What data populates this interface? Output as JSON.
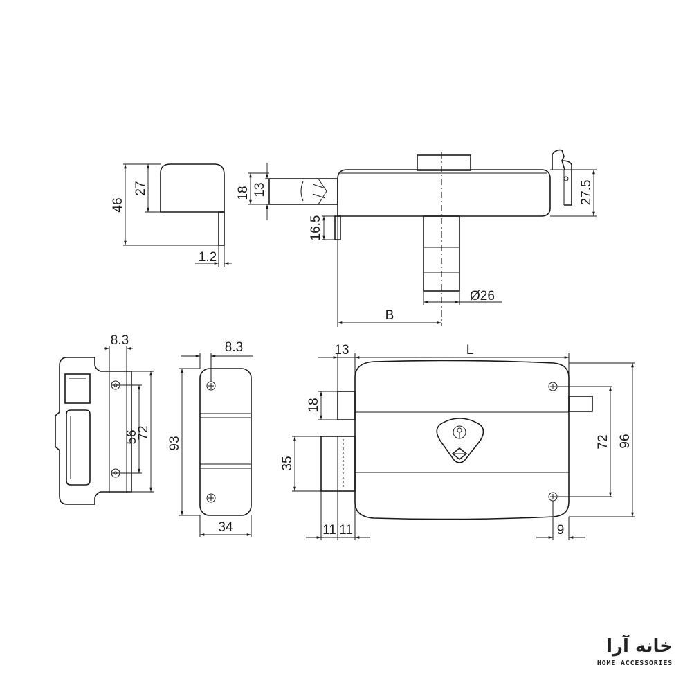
{
  "dimensions": {
    "strike_height": "46",
    "strike_upper": "27",
    "strike_plate_thickness": "1.2",
    "bolt_height": "18",
    "bolt_inner": "13",
    "bolt_offset": "16.5",
    "handle_gap": "27.5",
    "cylinder_diameter": "Ø26",
    "backset": "B",
    "plate_hole_offset": "8.3",
    "plate_hole_spacing_a": "56",
    "plate_hole_spacing_b": "72",
    "keeper_hole_offset": "8.3",
    "keeper_height": "93",
    "keeper_width": "34",
    "bolt_projection": "13",
    "body_length": "L",
    "deadbolt_height": "18",
    "latch_height": "35",
    "latch_width_a": "11",
    "latch_width_b": "11",
    "body_hole_spacing": "72",
    "body_height": "96",
    "body_hole_inset": "9"
  },
  "brand": {
    "name_fa": "خانه آرا",
    "tagline": "HOME ACCESSORIES"
  }
}
